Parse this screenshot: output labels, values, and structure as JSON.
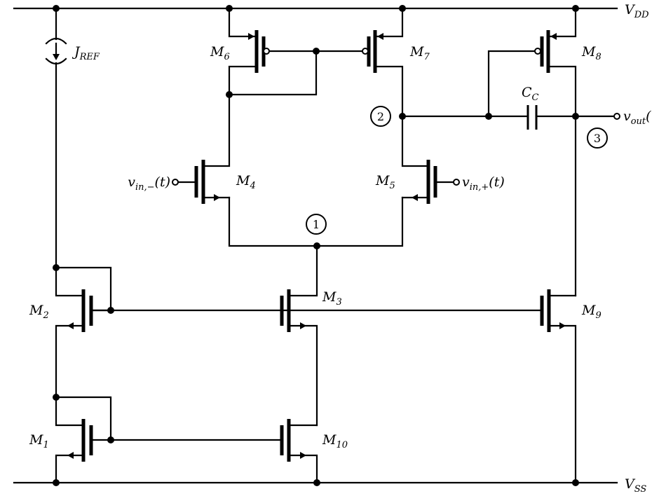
{
  "rails": {
    "vdd": {
      "main": "V",
      "sub": "DD"
    },
    "vss": {
      "main": "V",
      "sub": "SS"
    }
  },
  "current_source": {
    "main": "J",
    "sub": "REF"
  },
  "capacitor": {
    "main": "C",
    "sub": "C"
  },
  "transistors": {
    "m1": {
      "main": "M",
      "sub": "1"
    },
    "m2": {
      "main": "M",
      "sub": "2"
    },
    "m3": {
      "main": "M",
      "sub": "3"
    },
    "m4": {
      "main": "M",
      "sub": "4"
    },
    "m5": {
      "main": "M",
      "sub": "5"
    },
    "m6": {
      "main": "M",
      "sub": "6"
    },
    "m7": {
      "main": "M",
      "sub": "7"
    },
    "m8": {
      "main": "M",
      "sub": "8"
    },
    "m9": {
      "main": "M",
      "sub": "9"
    },
    "m10": {
      "main": "M",
      "sub": "10"
    }
  },
  "ports": {
    "vin_minus": {
      "main": "v",
      "sub": "in,−",
      "suffix": "(t)"
    },
    "vin_plus": {
      "main": "v",
      "sub": "in,+",
      "suffix": "(t)"
    },
    "vout": {
      "main": "v",
      "sub": "out",
      "suffix": "("
    }
  },
  "node_labels": {
    "n1": "1",
    "n2": "2",
    "n3": "3"
  }
}
